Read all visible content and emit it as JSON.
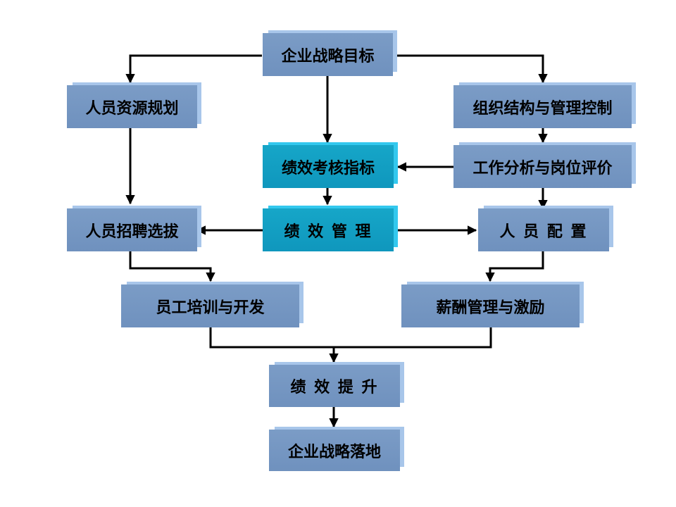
{
  "nodes": {
    "strategy_goal": "企业战略目标",
    "hr_planning": "人员资源规划",
    "org_structure": "组织结构与管理控制",
    "kpi": "绩效考核指标",
    "job_analysis": "工作分析与岗位评价",
    "recruitment": "人员招聘选拔",
    "perf_mgmt": "绩 效 管 理",
    "staffing": "人 员 配 置",
    "training": "员工培训与开发",
    "compensation": "薪酬管理与激励",
    "perf_improve": "绩 效 提 升",
    "strategy_landing": "企业战略落地"
  },
  "colors": {
    "box_fill": "#7397c3",
    "box_highlight": "#a8c6ea",
    "accent_fill": "#10a0c6",
    "accent_highlight": "#33c8ee",
    "line": "#000000"
  }
}
